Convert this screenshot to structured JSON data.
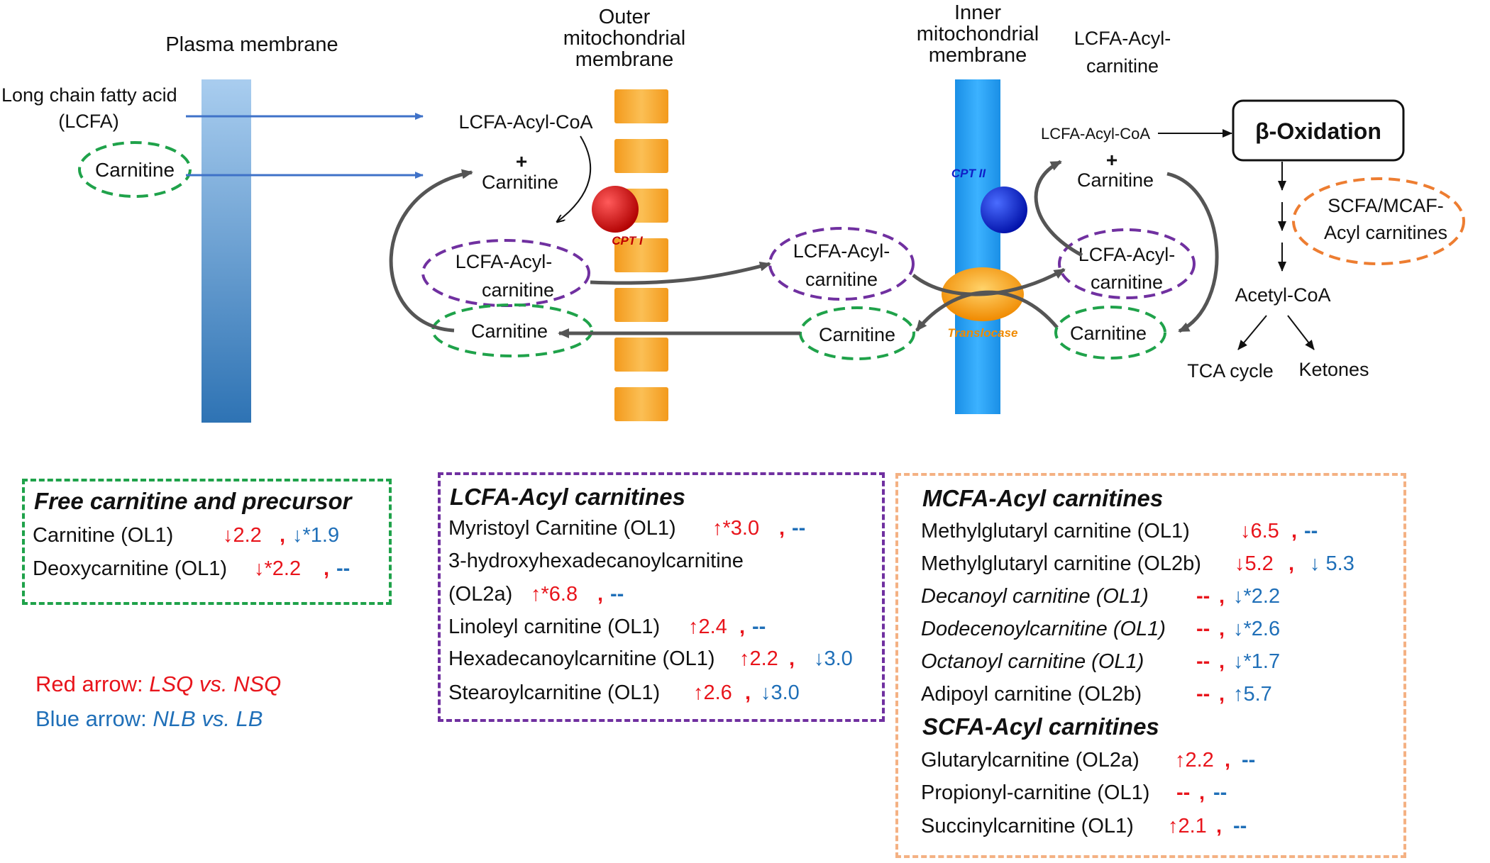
{
  "top_labels": {
    "plasma_membrane": "Plasma membrane",
    "outer_membrane": [
      "Outer",
      "mitochondrial",
      "membrane"
    ],
    "inner_membrane": [
      "Inner",
      "mitochondrial",
      "membrane"
    ],
    "lcfa_acyl_carnitine_top": [
      "LCFA-Acyl-",
      "carnitine"
    ]
  },
  "pathway": {
    "lcfa": [
      "Long chain fatty acid",
      "(LCFA)"
    ],
    "carnitine_outside": "Carnitine",
    "lcfa_acyl_coa_cytosol": "LCFA-Acyl-CoA",
    "plus_1": "+",
    "carnitine_cytosol": "Carnitine",
    "cpt1": "CPT I",
    "acylcarnitine_cytosol": [
      "LCFA-Acyl-",
      "carnitine"
    ],
    "carnitine_cytosol_return": "Carnitine",
    "acylcarnitine_ims": [
      "LCFA-Acyl-",
      "carnitine"
    ],
    "carnitine_ims": "Carnitine",
    "translocase": "Translocase",
    "cpt2": "CPT II",
    "lcfa_acyl_coa_matrix": "LCFA-Acyl-CoA",
    "plus_2": "+",
    "carnitine_matrix": "Carnitine",
    "acylcarnitine_matrix": [
      "LCFA-Acyl-",
      "carnitine"
    ],
    "carnitine_matrix_return": "Carnitine",
    "beta_oxidation": "β-Oxidation",
    "scfa_mcaf": [
      "SCFA/MCAF-",
      "Acyl carnitines"
    ],
    "acetyl_coa": "Acetyl-CoA",
    "tca_cycle": "TCA cycle",
    "ketones": "Ketones"
  },
  "colors": {
    "green": "#1fa24a",
    "purple": "#7030a0",
    "orange": "#ed7d31",
    "peach": "#f4b183",
    "red": "#e8141b",
    "blue": "#1f6fb8",
    "membrane_blue": "#1e9af0",
    "membrane_orange": "#f6a01a",
    "cpt1_red": "#d10000",
    "cpt2_blue": "#0a1fc8"
  },
  "free_carnitine_box": {
    "title": "Free carnitine and precursor",
    "rows": [
      {
        "name": "Carnitine (OL1)",
        "red": "↓2.2",
        "sep": ",",
        "blue": "↓*1.9"
      },
      {
        "name": "Deoxycarnitine (OL1)",
        "red": "↓*2.2",
        "sep": ",",
        "blue": "--"
      }
    ]
  },
  "lcfa_box": {
    "title": "LCFA-Acyl carnitines",
    "rows": [
      {
        "name": "Myristoyl Carnitine (OL1)",
        "red": "↑*3.0",
        "sep": ",",
        "blue": "--"
      },
      {
        "name": "3-hydroxyhexadecanoylcarnitine",
        "red": "",
        "sep": "",
        "blue": ""
      },
      {
        "name": "(OL2a)",
        "red": "↑*6.8",
        "sep": ",",
        "blue": "--"
      },
      {
        "name": "Linoleyl carnitine (OL1)",
        "red": "↑2.4",
        "sep": ",",
        "blue": "--"
      },
      {
        "name": "Hexadecanoylcarnitine (OL1)",
        "red": "↑2.2",
        "sep": ",",
        "blue": "↓3.0"
      },
      {
        "name": "Stearoylcarnitine (OL1)",
        "red": "↑2.6",
        "sep": ",",
        "blue": "↓3.0"
      }
    ]
  },
  "mcfa_box": {
    "title": "MCFA-Acyl carnitines",
    "rows": [
      {
        "name": "Methylglutaryl carnitine (OL1)",
        "red": "↓6.5",
        "sep": ",",
        "blue": "--",
        "italic": false
      },
      {
        "name": "Methylglutaryl carnitine (OL2b)",
        "red": "↓5.2",
        "sep": ",",
        "blue": "↓ 5.3",
        "italic": false
      },
      {
        "name": "Decanoyl carnitine (OL1)",
        "red": "--",
        "sep": ",",
        "blue": "↓*2.2",
        "italic": true
      },
      {
        "name": "Dodecenoylcarnitine (OL1)",
        "red": "--",
        "sep": ",",
        "blue": "↓*2.6",
        "italic": true
      },
      {
        "name": "Octanoyl carnitine (OL1)",
        "red": "--",
        "sep": ",",
        "blue": "↓*1.7",
        "italic": true
      },
      {
        "name": "Adipoyl carnitine (OL2b)",
        "red": "--",
        "sep": ",",
        "blue": "↑5.7",
        "italic": false
      }
    ],
    "subtitle": "SCFA-Acyl carnitines",
    "rows2": [
      {
        "name": "Glutarylcarnitine  (OL2a)",
        "red": "↑2.2",
        "sep": ",",
        "blue": "--"
      },
      {
        "name": "Propionyl-carnitine (OL1)",
        "red": "--",
        "sep": ",",
        "blue": "--"
      },
      {
        "name": "Succinylcarnitine (OL1)",
        "red": "↑2.1",
        "sep": ",",
        "blue": "--"
      }
    ]
  },
  "legend": {
    "red_label": "Red arrow: ",
    "red_value": "LSQ vs. NSQ",
    "blue_label": "Blue arrow: ",
    "blue_value": "NLB vs. LB"
  }
}
